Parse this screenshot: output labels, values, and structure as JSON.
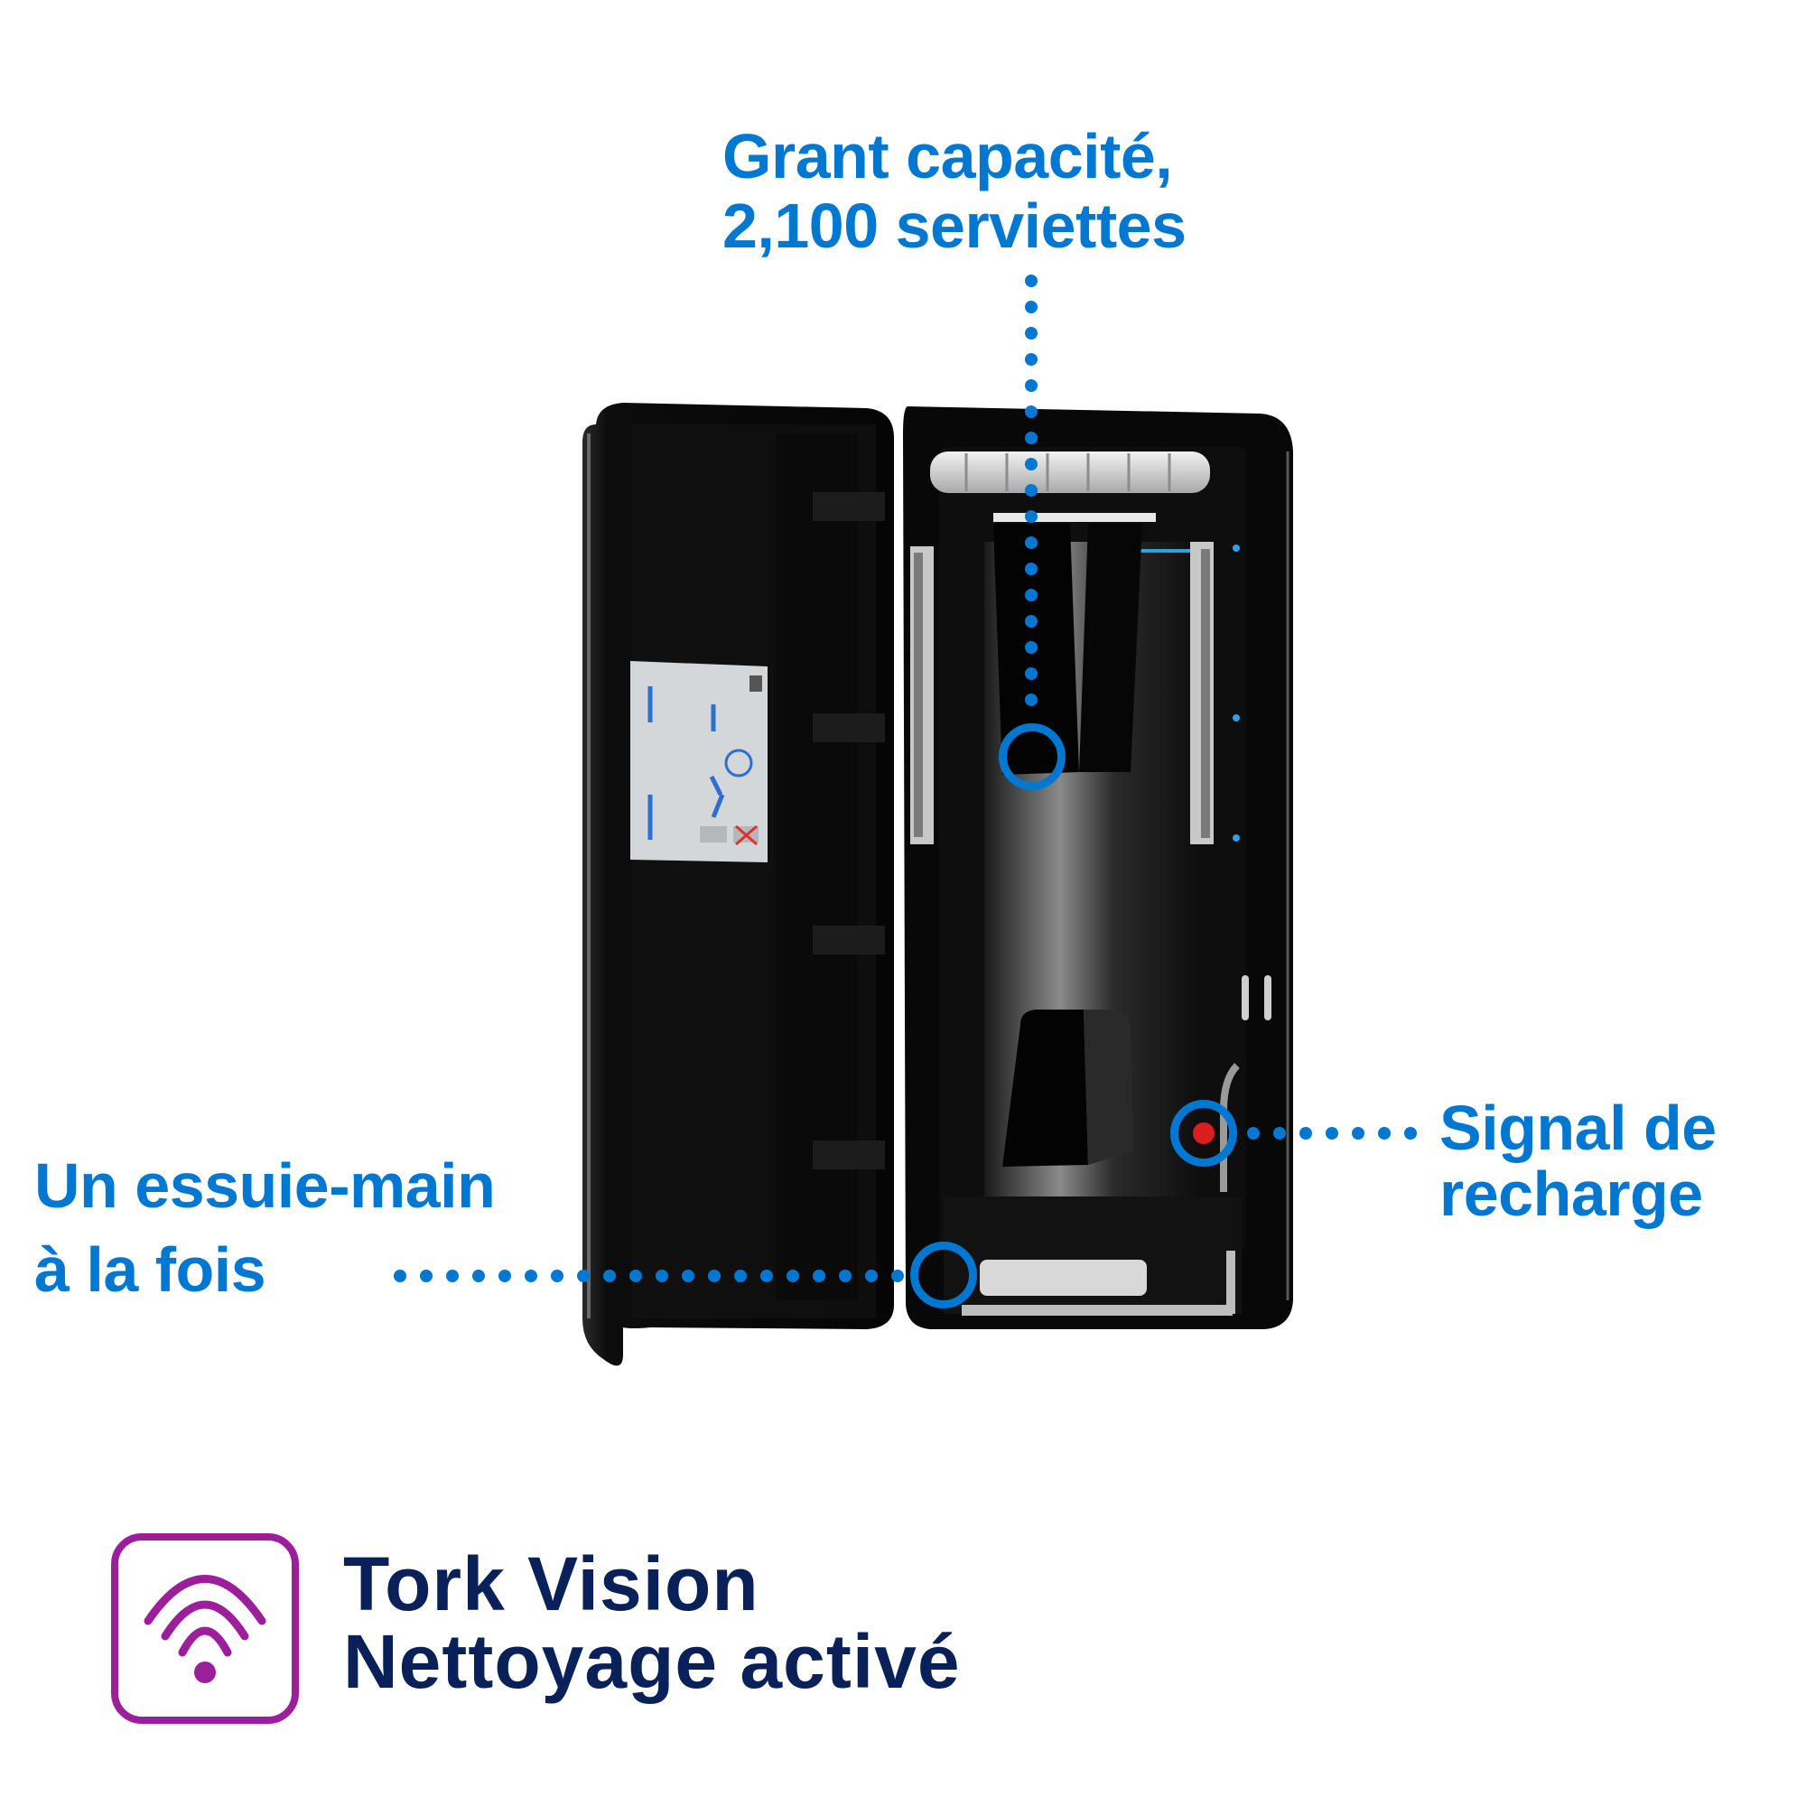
{
  "callouts": {
    "capacity": {
      "line1": "Grant capacité,",
      "line2": "2,100 serviettes"
    },
    "refill_signal": {
      "line1": "Signal de",
      "line2": "recharge"
    },
    "one_at_a_time": {
      "line1": "Un essuie-main",
      "line2": "à la fois"
    }
  },
  "brand": {
    "icon": "wifi-connected-icon",
    "line1": "Tork Vision",
    "line2": "Nettoyage activé"
  },
  "product": {
    "name": "paper-towel-dispenser-open",
    "indicator_color": "#d81e1e"
  },
  "colors": {
    "callout_blue": "#0078d2",
    "brand_navy": "#0a2059",
    "icon_purple": "#9b1f9a",
    "body_black": "#0b0b0b"
  }
}
